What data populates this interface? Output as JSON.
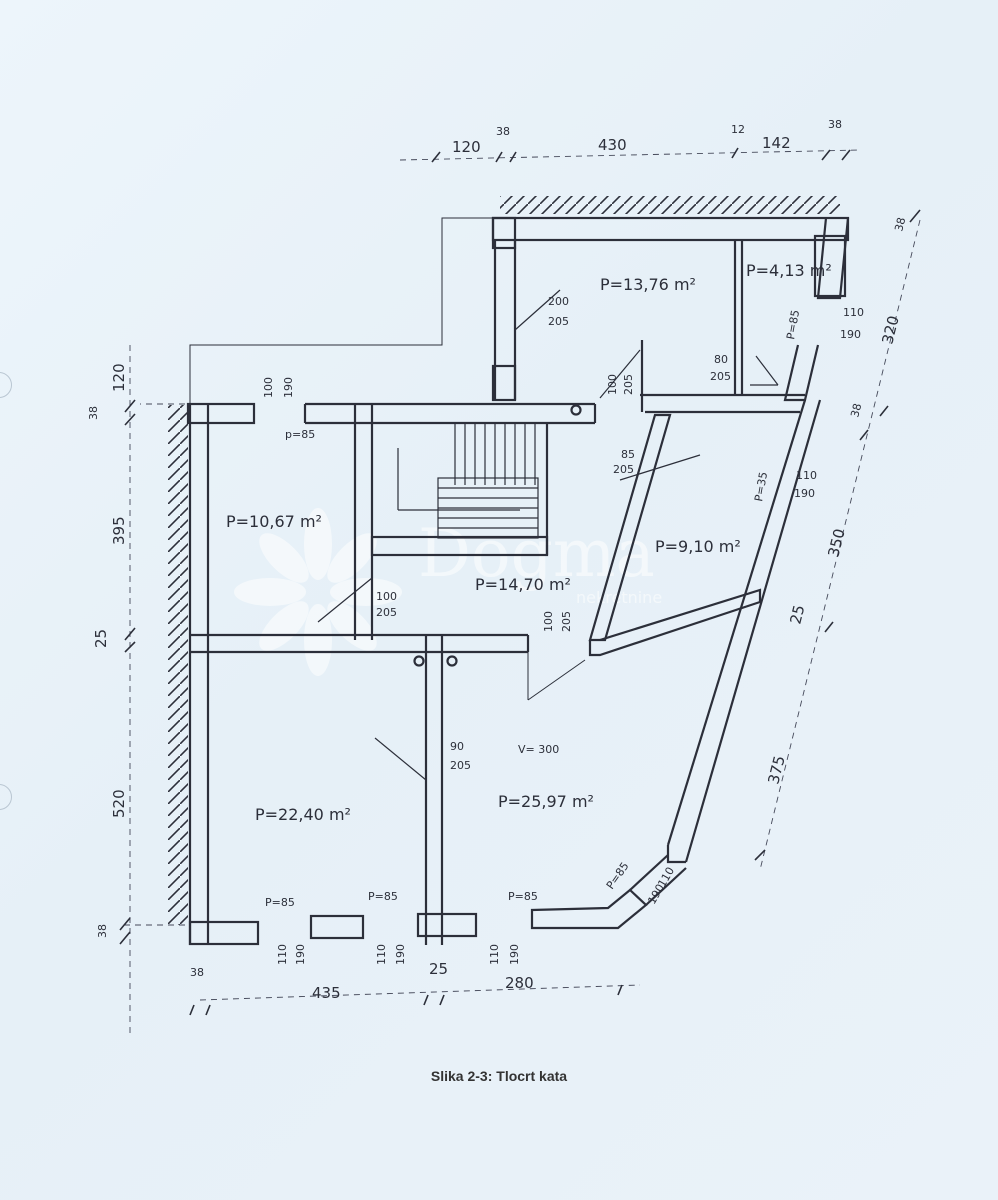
{
  "caption": "Slika 2-3: Tlocrt kata",
  "watermark": {
    "brand": "Dogma",
    "sub": "nekretnine"
  },
  "rooms": [
    {
      "id": "room-upper-right",
      "label": "P=13,76 m²"
    },
    {
      "id": "room-small-right",
      "label": "P=4,13 m²"
    },
    {
      "id": "room-left",
      "label": "P=10,67 m²"
    },
    {
      "id": "room-hall",
      "label": "P=14,70 m²"
    },
    {
      "id": "room-middle-right",
      "label": "P=9,10 m²"
    },
    {
      "id": "room-bottom-left",
      "label": "P=22,40 m²"
    },
    {
      "id": "room-bottom-right",
      "label": "P=25,97 m²"
    }
  ],
  "height_note": "V= 300",
  "dimensions": {
    "top": [
      "120",
      "38",
      "430",
      "12",
      "142",
      "38"
    ],
    "left": [
      "38",
      "120",
      "395",
      "25",
      "520",
      "38"
    ],
    "right": [
      "38",
      "320",
      "38",
      "350",
      "25",
      "375"
    ],
    "bottom": [
      "38",
      "435",
      "25",
      "280"
    ]
  },
  "openings": {
    "o1": [
      "200",
      "205"
    ],
    "o2": [
      "80",
      "205"
    ],
    "o3": [
      "100",
      "205"
    ],
    "o4": [
      "100",
      "190"
    ],
    "o5": [
      "85",
      "205"
    ],
    "o6": [
      "100",
      "205"
    ],
    "o7": [
      "100",
      "205"
    ],
    "o8": [
      "90",
      "205"
    ],
    "w1": [
      "110",
      "190"
    ],
    "w2": [
      "110",
      "190"
    ],
    "w3": [
      "110",
      "190"
    ],
    "w4": [
      "110",
      "190"
    ],
    "w5": [
      "110",
      "190"
    ],
    "w6": [
      "110",
      "190"
    ]
  },
  "sill_labels": {
    "top_left": "p=85",
    "right_top": "P=85",
    "right_mid": "P=35",
    "bottom_1": "P=85",
    "bottom_2": "P=85",
    "bottom_3": "P=85",
    "corner": "P=85"
  }
}
